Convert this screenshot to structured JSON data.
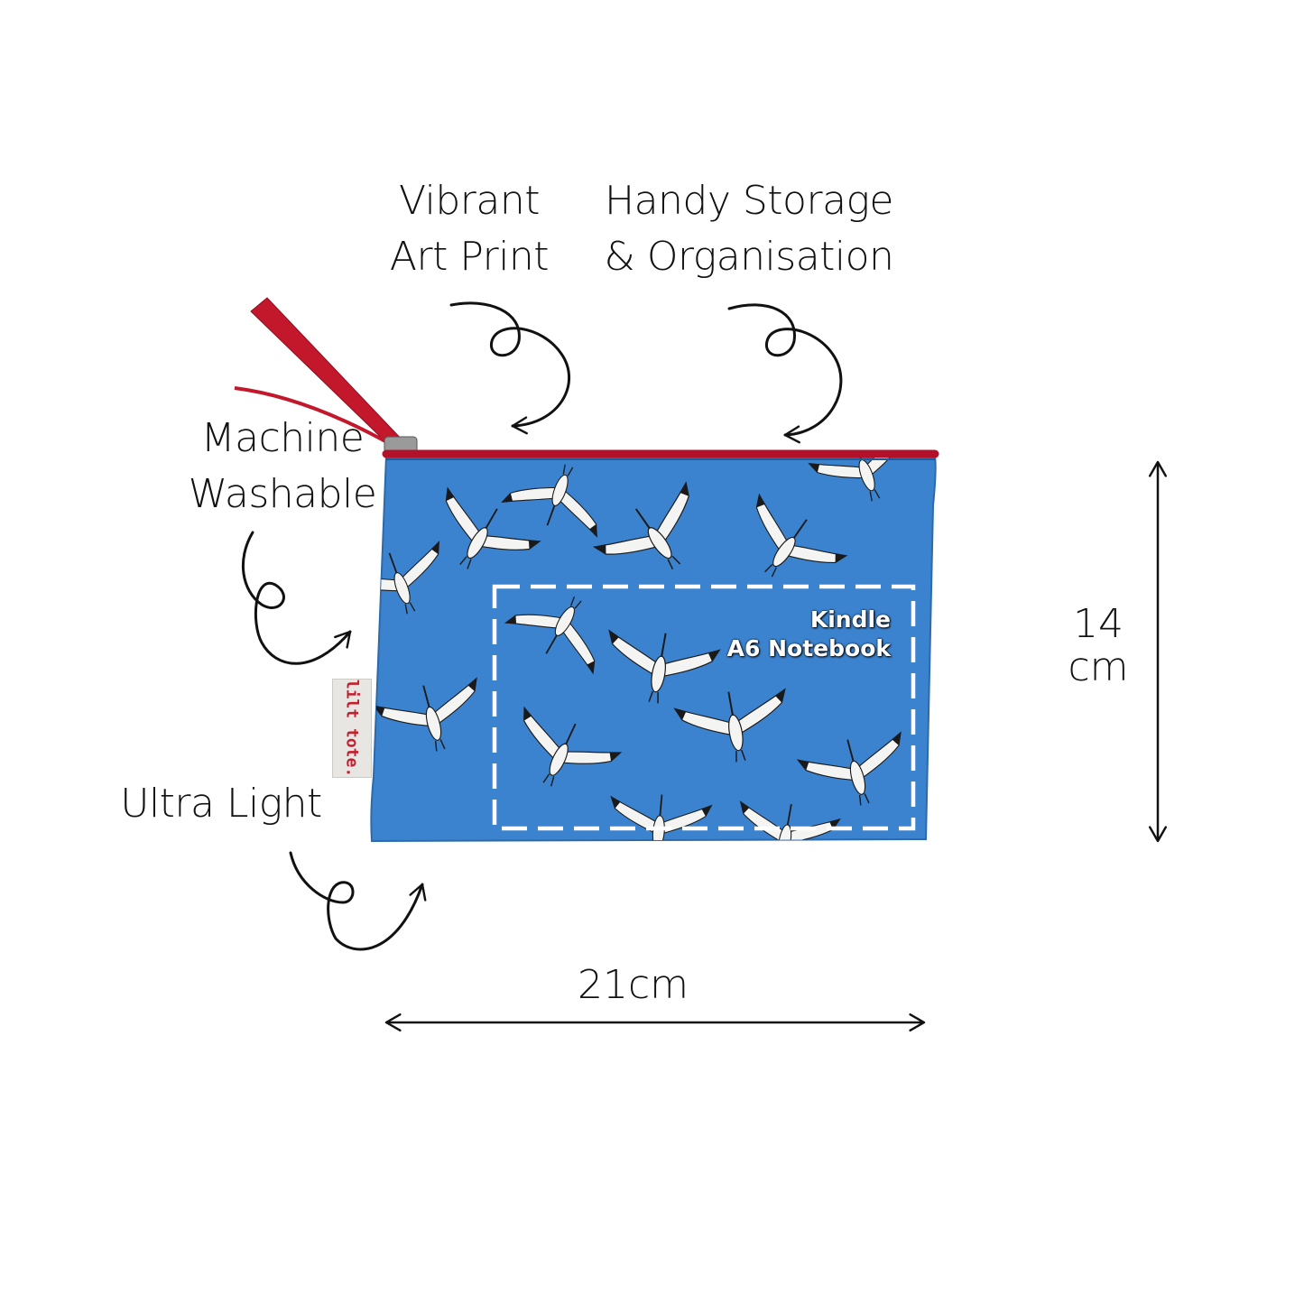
{
  "callouts": {
    "vibrant": [
      "Vibrant",
      "Art Print"
    ],
    "handy": [
      "Handy Storage",
      "& Organisation"
    ],
    "machine": [
      "Machine",
      "Washable"
    ],
    "ultra": [
      "Ultra Light"
    ]
  },
  "dimensions": {
    "height": [
      "14",
      "cm"
    ],
    "width": "21cm"
  },
  "pocket_labels": {
    "kindle": "Kindle",
    "notebook": "A6 Notebook"
  },
  "brand_tag": "lilt tote.",
  "colors": {
    "pouch_blue": "#3b83cf",
    "zipper_red": "#b3102a",
    "bird_white": "#f4f4f2",
    "ink": "#111111"
  }
}
